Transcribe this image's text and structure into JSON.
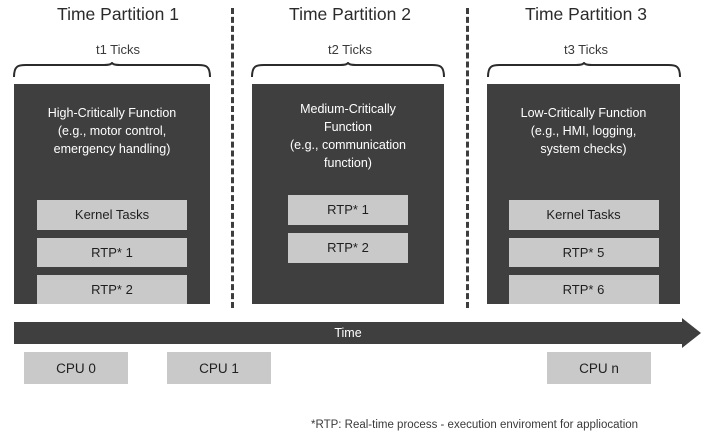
{
  "diagram": {
    "partitions": [
      {
        "title": "Time Partition 1",
        "ticks": "t1 Ticks",
        "function_desc": "High-Critically Function\n(e.g., motor control,\nemergency handling)",
        "tasks": [
          "Kernel Tasks",
          "RTP* 1",
          "RTP* 2"
        ]
      },
      {
        "title": "Time Partition 2",
        "ticks": "t2 Ticks",
        "function_desc": "Medium-Critically\nFunction\n(e.g., communication\nfunction)",
        "tasks": [
          "RTP* 1",
          "RTP* 2"
        ]
      },
      {
        "title": "Time Partition 3",
        "ticks": "t3 Ticks",
        "function_desc": "Low-Critically Function\n(e.g., HMI, logging,\nsystem checks)",
        "tasks": [
          "Kernel Tasks",
          "RTP* 5",
          "RTP* 6"
        ]
      }
    ],
    "timeline": {
      "label": "Time"
    },
    "cpus": [
      {
        "label": "CPU 0"
      },
      {
        "label": "CPU 1"
      },
      {
        "label": "CPU n"
      }
    ],
    "footnote": "*RTP: Real-time process - execution enviroment for appliocation",
    "colors": {
      "block_fill": "#3f3f3f",
      "task_fill": "#c9c9c9",
      "text_dark": "#222222",
      "text_light": "#ffffff"
    }
  }
}
